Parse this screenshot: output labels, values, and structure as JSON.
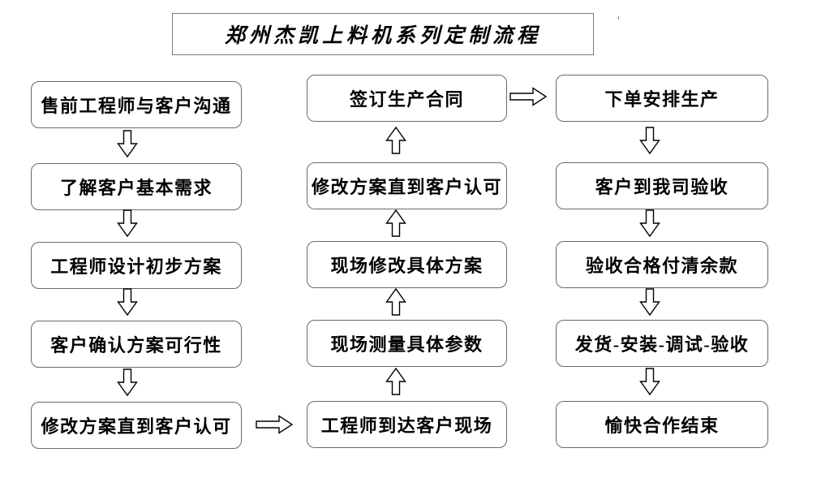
{
  "title": "郑州杰凯上料机系列定制流程",
  "stray_mark": "'",
  "left_column": {
    "steps": [
      "售前工程师与客户沟通",
      "了解客户基本需求",
      "工程师设计初步方案",
      "客户确认方案可行性",
      "修改方案直到客户认可"
    ]
  },
  "middle_column": {
    "steps": [
      "签订生产合同",
      "修改方案直到客户认可",
      "现场修改具体方案",
      "现场测量具体参数",
      "工程师到达客户现场"
    ]
  },
  "right_column": {
    "steps": [
      "下单安排生产",
      "客户到我司验收",
      "验收合格付清余款",
      "发货-安装-调试-验收",
      "愉快合作结束"
    ]
  }
}
